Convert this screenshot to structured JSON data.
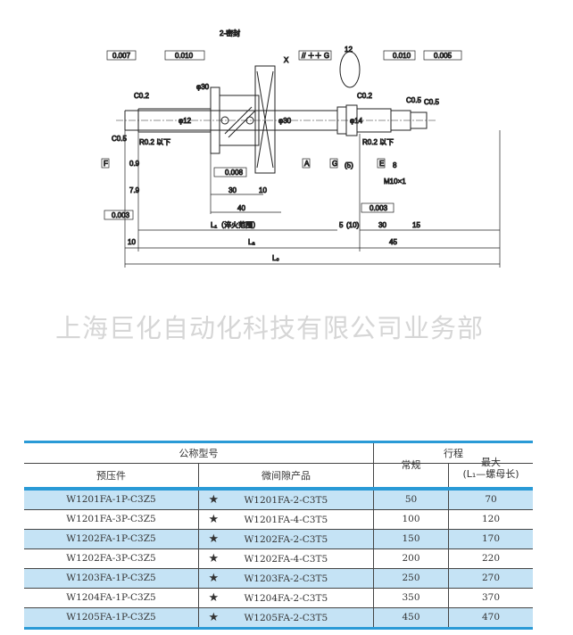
{
  "drawing": {
    "labels": {
      "seal": "2-密封",
      "tol1": "0.007",
      "tol2": "0.010",
      "tol3": "0.010",
      "tol4": "0.005",
      "par": "// ＋＋ G",
      "d12": "φ12",
      "d30": "φ30",
      "d14": "φ14",
      "w12": "12",
      "c02a": "C0.2",
      "c02b": "C0.2",
      "c05a": "C0.5",
      "c05b": "C0.5",
      "c05c": "C0.5",
      "r02a": "R0.2 以下",
      "r02b": "R0.2 以下",
      "perp1": "0.008",
      "perp2": "0.003",
      "perp3": "0.003",
      "d30b": "30",
      "d10": "10",
      "d40": "40",
      "lt": "L₁（淬火范围）",
      "d5": "5",
      "d10b": "(10)",
      "d30c": "30",
      "d15": "15",
      "d10c": "10",
      "la": "Lₐ",
      "d45": "45",
      "lo": "L₀",
      "d8": "8",
      "m10": "M10×1",
      "d09": "0.9",
      "d79": "7.9",
      "d5b": "(5)",
      "refA": "A",
      "refF": "F",
      "refG": "G",
      "refE": "E",
      "x": "X"
    }
  },
  "watermark": "上海巨化自动化科技有限公司业务部",
  "table": {
    "header": {
      "model": "公称型号",
      "stroke": "行程",
      "preload": "预压件",
      "micro": "微间隙产品",
      "normal": "常规",
      "max": "最大",
      "max_sub": "(L₁—螺母长)"
    },
    "star": "★",
    "rows": [
      {
        "preload": "W1201FA-1P-C3Z5",
        "micro": "W1201FA-2-C3T5",
        "normal": "50",
        "max": "70"
      },
      {
        "preload": "W1201FA-3P-C3Z5",
        "micro": "W1201FA-4-C3T5",
        "normal": "100",
        "max": "120"
      },
      {
        "preload": "W1202FA-1P-C3Z5",
        "micro": "W1202FA-2-C3T5",
        "normal": "150",
        "max": "170"
      },
      {
        "preload": "W1202FA-3P-C3Z5",
        "micro": "W1202FA-4-C3T5",
        "normal": "200",
        "max": "220"
      },
      {
        "preload": "W1203FA-1P-C3Z5",
        "micro": "W1203FA-2-C3T5",
        "normal": "250",
        "max": "270"
      },
      {
        "preload": "W1204FA-1P-C3Z5",
        "micro": "W1204FA-2-C3T5",
        "normal": "350",
        "max": "370"
      },
      {
        "preload": "W1205FA-1P-C3Z5",
        "micro": "W1205FA-2-C3T5",
        "normal": "450",
        "max": "470"
      }
    ]
  }
}
